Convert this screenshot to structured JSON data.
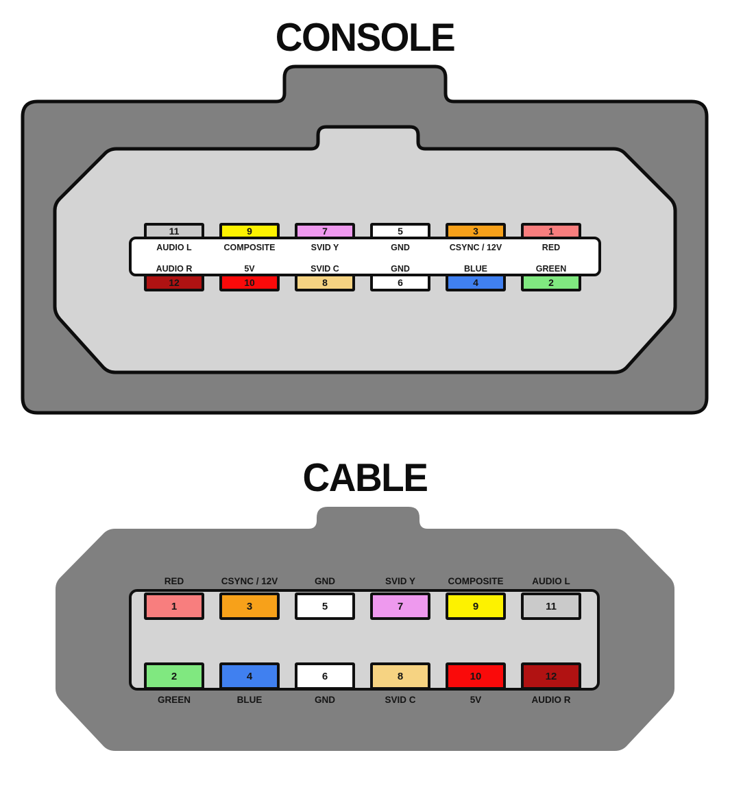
{
  "colors": {
    "body_gray": "#808080",
    "socket_gray": "#D4D4D4",
    "strip_white": "#FFFFFF"
  },
  "console": {
    "title": "CONSOLE",
    "top_pins": [
      {
        "number": "11",
        "signal": "AUDIO L",
        "color": "#CACACA"
      },
      {
        "number": "9",
        "signal": "COMPOSITE",
        "color": "#FDF200"
      },
      {
        "number": "7",
        "signal": "SVID Y",
        "color": "#EE99EE"
      },
      {
        "number": "5",
        "signal": "GND",
        "color": "#FFFFFF"
      },
      {
        "number": "3",
        "signal": "CSYNC / 12V",
        "color": "#F7A11A"
      },
      {
        "number": "1",
        "signal": "RED",
        "color": "#F87E7E"
      }
    ],
    "bottom_pins": [
      {
        "number": "12",
        "signal": "AUDIO R",
        "color": "#AF1212"
      },
      {
        "number": "10",
        "signal": "5V",
        "color": "#FA0A0A"
      },
      {
        "number": "8",
        "signal": "SVID C",
        "color": "#F6D382"
      },
      {
        "number": "6",
        "signal": "GND",
        "color": "#FFFFFF"
      },
      {
        "number": "4",
        "signal": "BLUE",
        "color": "#4080F0"
      },
      {
        "number": "2",
        "signal": "GREEN",
        "color": "#80E880"
      }
    ]
  },
  "cable": {
    "title": "CABLE",
    "top_pins": [
      {
        "number": "1",
        "signal": "RED",
        "color": "#F87E7E"
      },
      {
        "number": "3",
        "signal": "CSYNC / 12V",
        "color": "#F7A11A"
      },
      {
        "number": "5",
        "signal": "GND",
        "color": "#FFFFFF"
      },
      {
        "number": "7",
        "signal": "SVID Y",
        "color": "#EE99EE"
      },
      {
        "number": "9",
        "signal": "COMPOSITE",
        "color": "#FDF200"
      },
      {
        "number": "11",
        "signal": "AUDIO L",
        "color": "#CACACA"
      }
    ],
    "bottom_pins": [
      {
        "number": "2",
        "signal": "GREEN",
        "color": "#80E880"
      },
      {
        "number": "4",
        "signal": "BLUE",
        "color": "#4080F0"
      },
      {
        "number": "6",
        "signal": "GND",
        "color": "#FFFFFF"
      },
      {
        "number": "8",
        "signal": "SVID C",
        "color": "#F6D382"
      },
      {
        "number": "10",
        "signal": "5V",
        "color": "#FA0A0A"
      },
      {
        "number": "12",
        "signal": "AUDIO R",
        "color": "#B11212"
      }
    ]
  }
}
